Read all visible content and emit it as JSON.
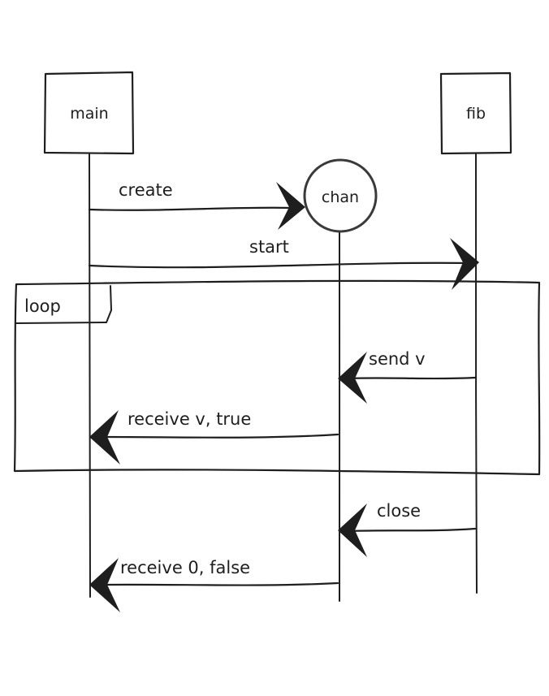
{
  "participants": {
    "main": "main",
    "fib": "fib",
    "chan": "chan"
  },
  "fragment": {
    "label": "loop"
  },
  "messages": {
    "create": "create",
    "start": "start",
    "send": "send v",
    "receive_true": "receive v, true",
    "close": "close",
    "receive_false": "receive 0, false"
  },
  "colors": {
    "ink": "#1e1e1e",
    "background": "#ffffff",
    "chan_circle": "#3a3a3a"
  }
}
